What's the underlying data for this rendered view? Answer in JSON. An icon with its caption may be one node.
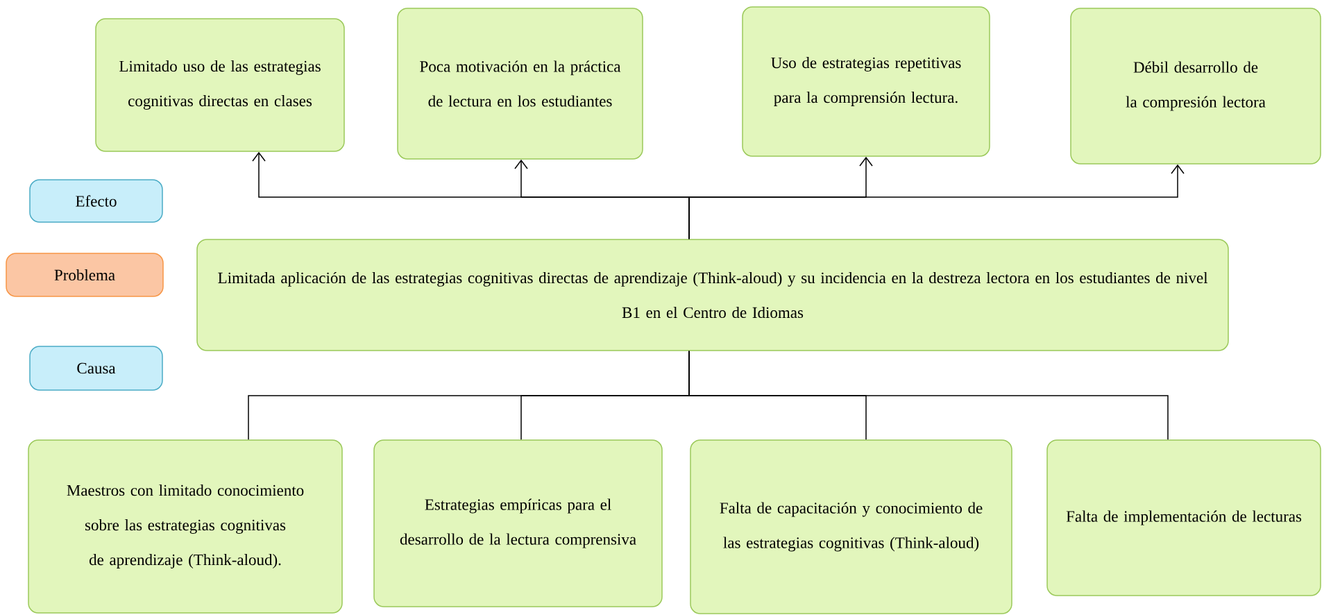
{
  "diagram": {
    "nodes": [
      {
        "text": [
          "Limitado uso de las estrategias cognitivas directas en clases"
        ]
      },
      {
        "text": [
          "Poca motivación en la práctica de lectura en los estudiantes"
        ]
      },
      {
        "text": [
          "Uso de estrategias repetitivas para la comprensión lectura."
        ]
      },
      {
        "text": [
          "Débil desarrollo de la compresión lectora"
        ]
      },
      {
        "text": [
          "Efecto"
        ]
      },
      {
        "text": [
          "Problema"
        ]
      },
      {
        "text": [
          "Limitada aplicación de las estrategias cognitivas directas de aprendizaje (Think-aloud) y su incidencia en la destreza lectora en los estudiantes de nivel B1 en el Centro de Idiomas"
        ]
      },
      {
        "text": [
          "Causa"
        ]
      },
      {
        "text": [
          "Maestros con limitado conocimiento sobre las estrategias cognitivas de aprendizaje (Think-aloud)."
        ]
      },
      {
        "text": [
          "Estrategias empíricas para el desarrollo de la lectura comprensiva"
        ]
      },
      {
        "text": [
          "Falta de capacitación y conocimiento de las estrategias cognitivas (Think-aloud)"
        ]
      },
      {
        "text": [
          "Falta de implementación de lecturas"
        ]
      }
    ],
    "edges": [
      {
        "from": 6,
        "to": 0,
        "arrow": "to"
      },
      {
        "from": 6,
        "to": 1,
        "arrow": "to"
      },
      {
        "from": 6,
        "to": 2,
        "arrow": "to"
      },
      {
        "from": 6,
        "to": 3,
        "arrow": "to"
      },
      {
        "from": 6,
        "to": 8,
        "arrow": "none"
      },
      {
        "from": 6,
        "to": 9,
        "arrow": "none"
      },
      {
        "from": 6,
        "to": 10,
        "arrow": "none"
      },
      {
        "from": 6,
        "to": 11,
        "arrow": "none"
      }
    ]
  }
}
